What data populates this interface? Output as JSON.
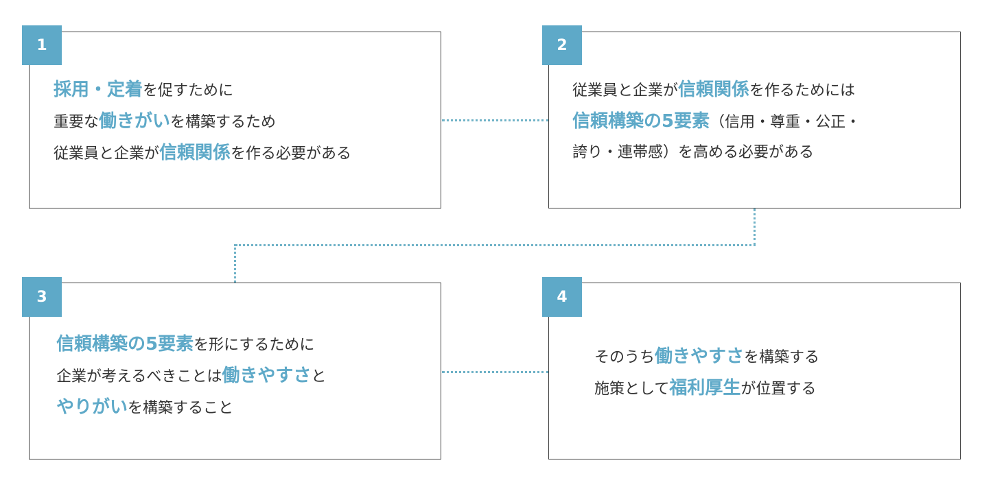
{
  "accent_color": "#5ea9c8",
  "connector_color": "#6fb2c7",
  "boxes": [
    {
      "number": "1",
      "lines": [
        [
          {
            "t": "採用・定着",
            "hl": true
          },
          {
            "t": "を促すために",
            "hl": false
          }
        ],
        [
          {
            "t": "重要な",
            "hl": false
          },
          {
            "t": "働きがい",
            "hl": true
          },
          {
            "t": "を構築するため",
            "hl": false
          }
        ],
        [
          {
            "t": "従業員と企業が",
            "hl": false
          },
          {
            "t": "信頼関係",
            "hl": true
          },
          {
            "t": "を作る必要がある",
            "hl": false
          }
        ]
      ]
    },
    {
      "number": "2",
      "lines": [
        [
          {
            "t": "従業員と企業が",
            "hl": false
          },
          {
            "t": "信頼関係",
            "hl": true
          },
          {
            "t": "を作るためには",
            "hl": false
          }
        ],
        [
          {
            "t": "信頼構築の5要素",
            "hl": true
          },
          {
            "t": "（信用・尊重・公正・",
            "hl": false
          }
        ],
        [
          {
            "t": "誇り・連帯感）を高める必要がある",
            "hl": false
          }
        ]
      ]
    },
    {
      "number": "3",
      "lines": [
        [
          {
            "t": "信頼構築の5要素",
            "hl": true
          },
          {
            "t": "を形にするために",
            "hl": false
          }
        ],
        [
          {
            "t": "企業が考えるべきことは",
            "hl": false
          },
          {
            "t": "働きやすさ",
            "hl": true
          },
          {
            "t": "と",
            "hl": false
          }
        ],
        [
          {
            "t": "やりがい",
            "hl": true
          },
          {
            "t": "を構築すること",
            "hl": false
          }
        ]
      ]
    },
    {
      "number": "4",
      "lines": [
        [
          {
            "t": "そのうち",
            "hl": false
          },
          {
            "t": "働きやすさ",
            "hl": true
          },
          {
            "t": "を構築する",
            "hl": false
          }
        ],
        [
          {
            "t": "施策として",
            "hl": false
          },
          {
            "t": "福利厚生",
            "hl": true
          },
          {
            "t": "が位置する",
            "hl": false
          }
        ]
      ]
    }
  ]
}
